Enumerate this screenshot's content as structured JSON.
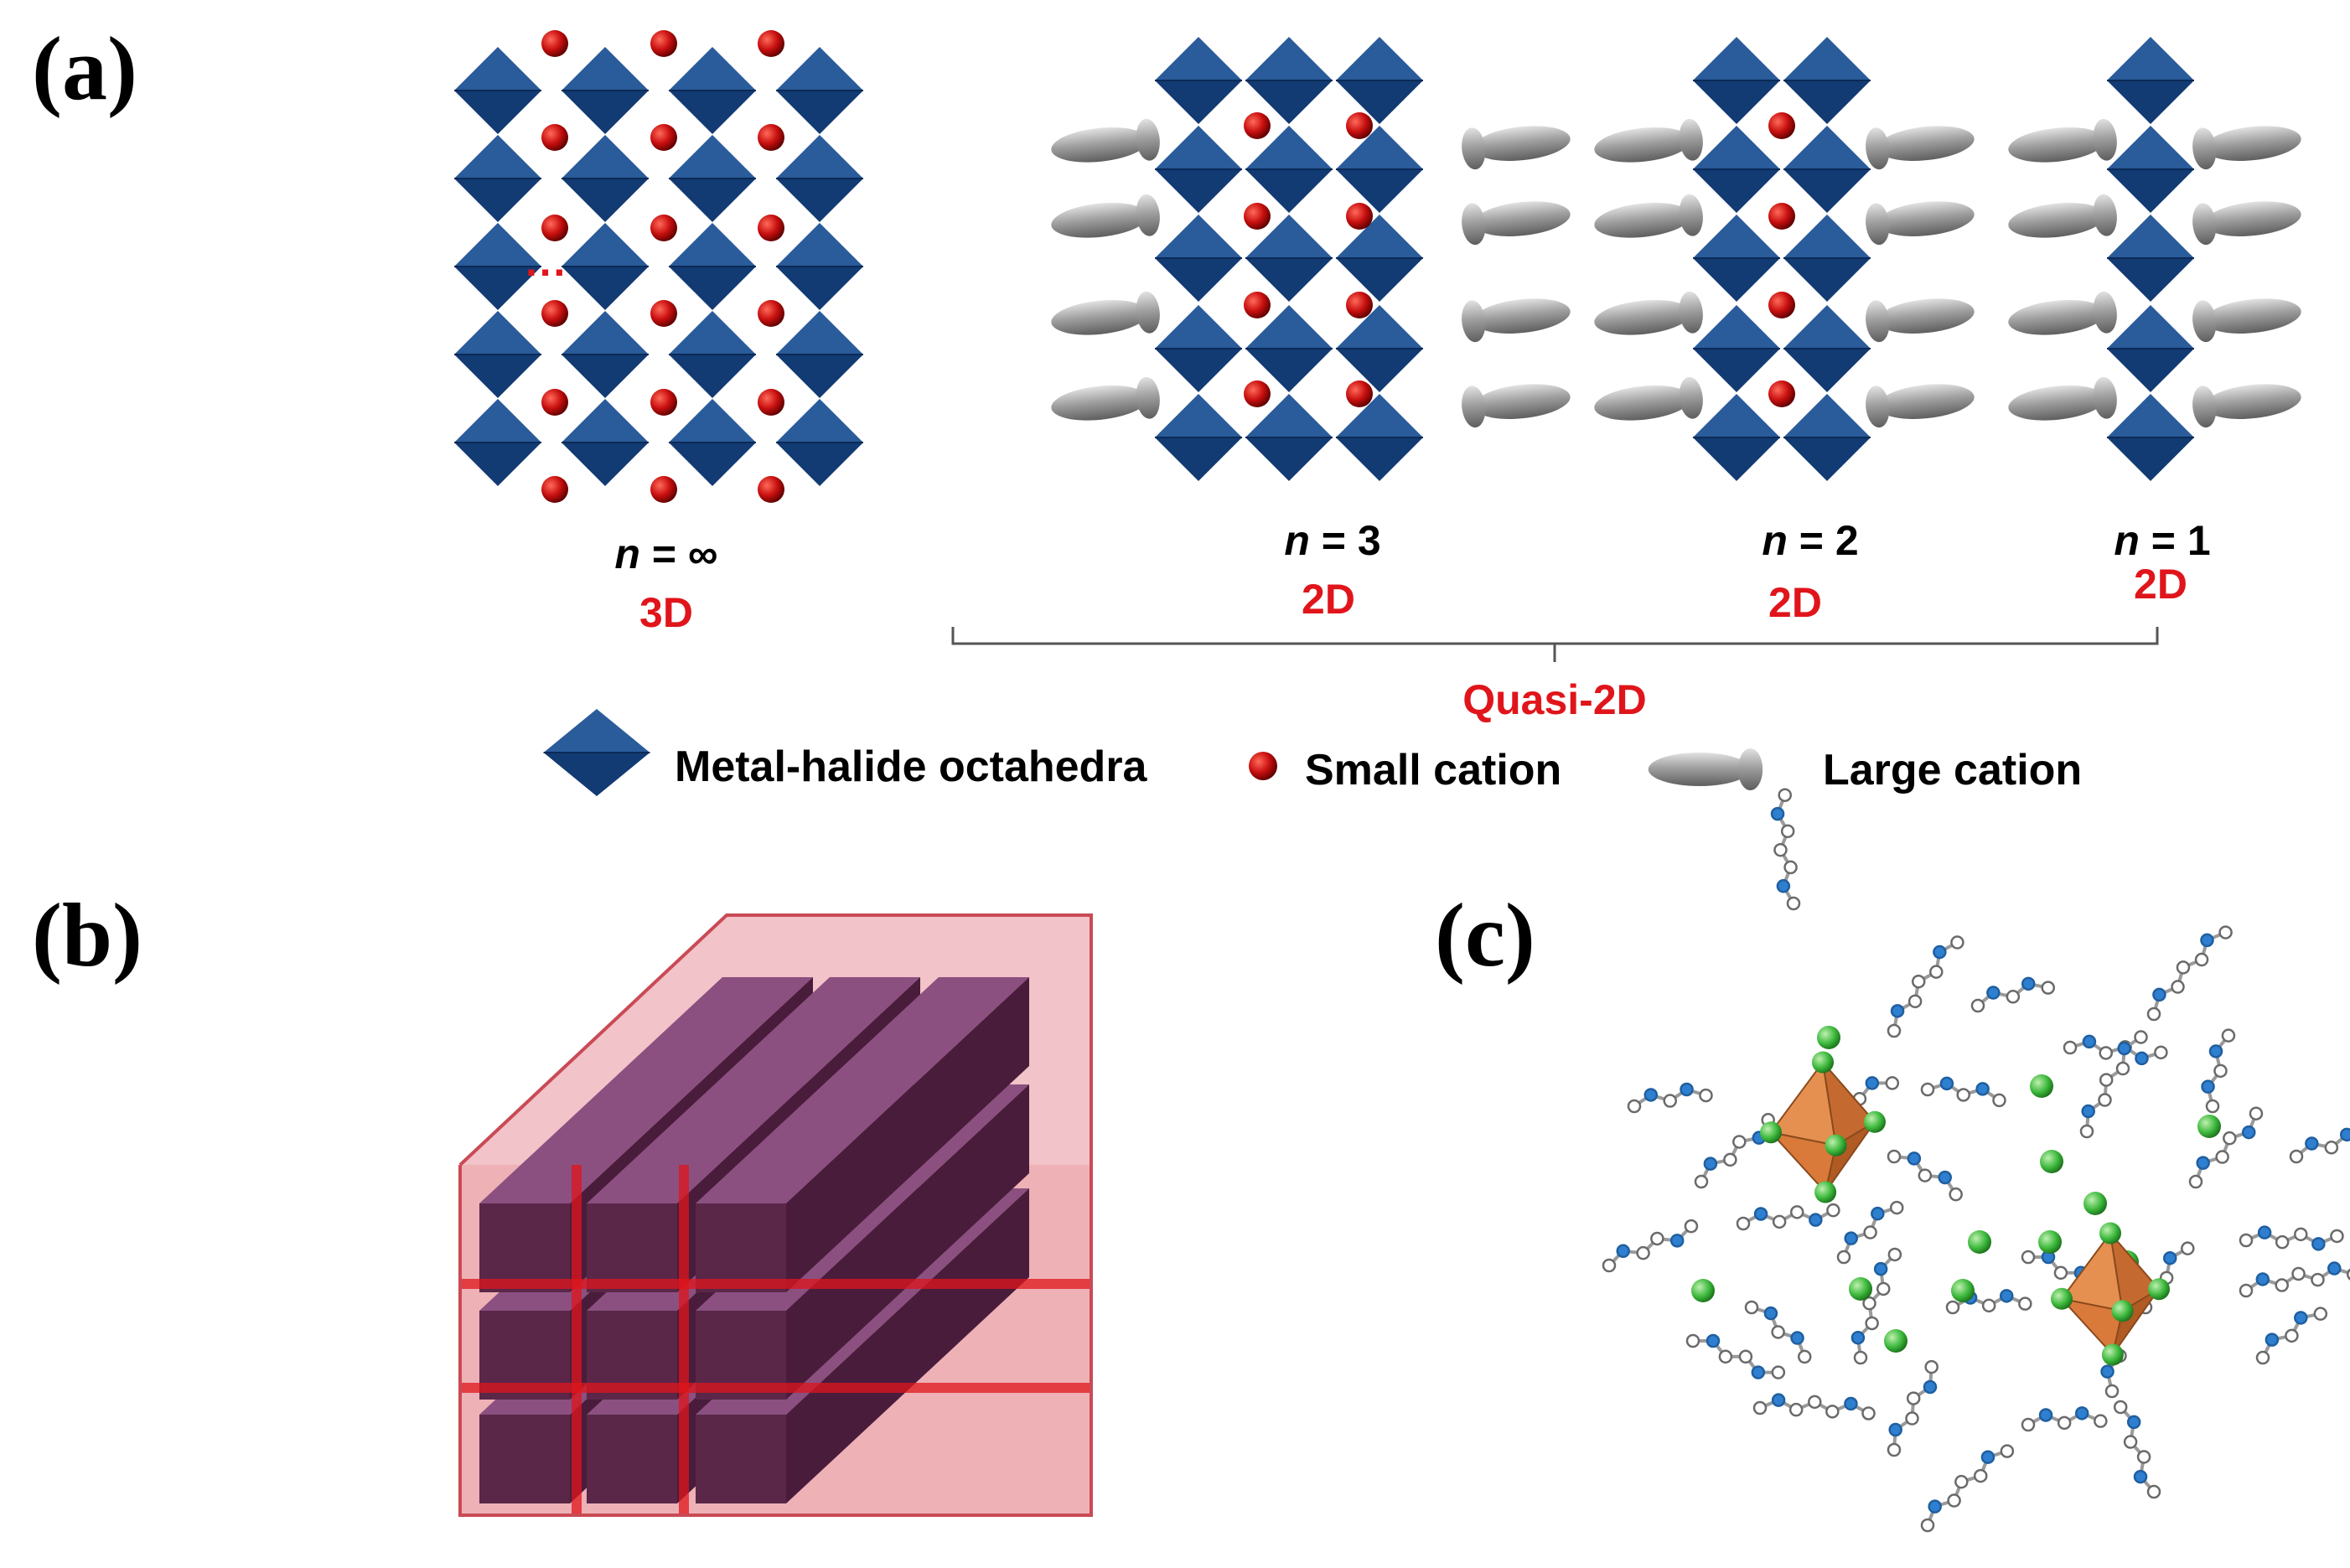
{
  "panels": {
    "a": {
      "label": "(a)",
      "ellipsis": "···",
      "structures": [
        {
          "n_prefix": "n",
          "n_value": " = ∞",
          "dim": "3D"
        },
        {
          "n_prefix": "n",
          "n_value": " = 3",
          "dim": "2D"
        },
        {
          "n_prefix": "n",
          "n_value": " = 2",
          "dim": "2D"
        },
        {
          "n_prefix": "n",
          "n_value": " = 1",
          "dim": "2D"
        }
      ],
      "bracket_label": "Quasi-2D",
      "legend": {
        "octahedra": "Metal-halide octahedra",
        "small_cation": "Small cation",
        "large_cation": "Large cation"
      }
    },
    "b": {
      "label": "(b)"
    },
    "c": {
      "label": "(c)"
    }
  },
  "colors": {
    "octahedron_top": "#2a5b9a",
    "octahedron_bottom": "#123a73",
    "small_cation": "#c80f0f",
    "large_cation": "#9a9a9a",
    "accent_red": "#e0151b",
    "shell": "#e0717a",
    "core": "#5a2748",
    "metal_octahedron": "#d97a3a",
    "halide": "#3cb83c",
    "nitrogen": "#2f7fd0",
    "carbon": "#bdbdbd"
  }
}
